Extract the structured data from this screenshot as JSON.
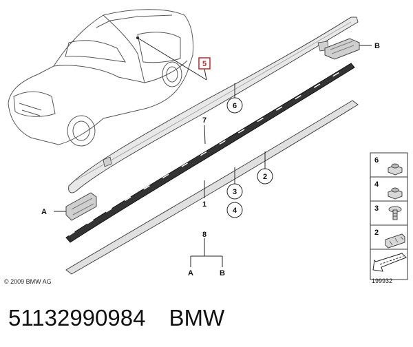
{
  "diagram": {
    "callouts": {
      "part5": "5",
      "part6": "6",
      "part7": "7",
      "part2": "2",
      "part3": "3",
      "part4": "4",
      "part1": "1",
      "part8": "8",
      "letterA": "A",
      "letterB": "B",
      "subA": "A",
      "subB": "B"
    },
    "legend": [
      "6",
      "4",
      "3",
      "2"
    ],
    "copyright": "© 2009 BMW AG",
    "drawing_number": "199932"
  },
  "caption": {
    "part_number": "51132990984",
    "brand": "BMW"
  },
  "colors": {
    "highlight": "#c0272d",
    "rail": "#e8e8e8",
    "outline": "#444444"
  }
}
